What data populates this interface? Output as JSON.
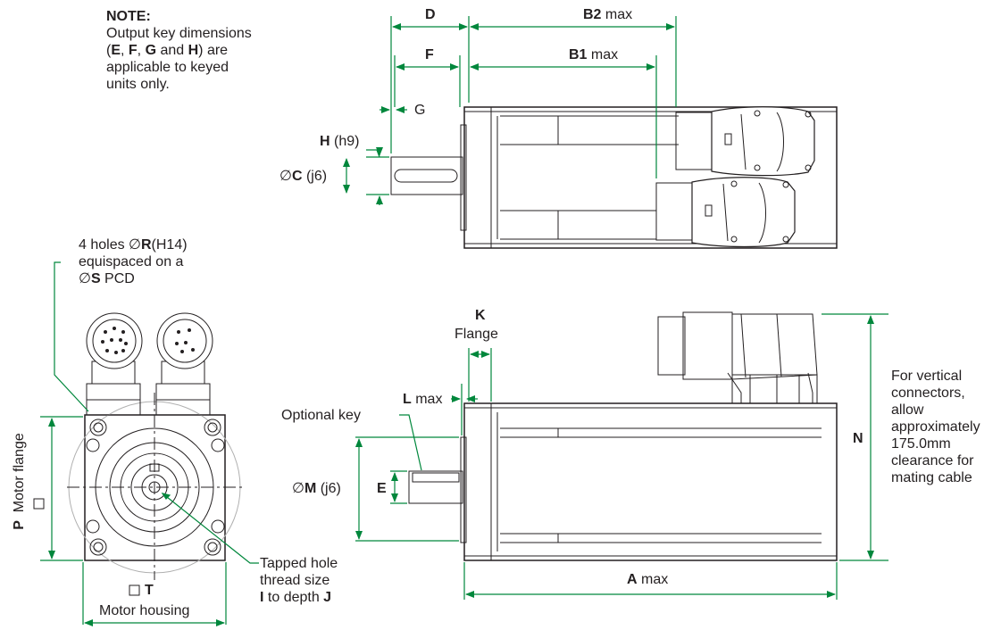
{
  "note": {
    "title": "NOTE:",
    "l1": "Output key dimensions",
    "l2a": "(",
    "E": "E",
    "sep1": ", ",
    "F": "F",
    "sep2": ", ",
    "G": "G",
    "and": " and ",
    "H": "H",
    "l2b": ") are",
    "l3": "applicable to keyed",
    "l4": "units only."
  },
  "top_view": {
    "D": "D",
    "B2": "B2",
    "B2_suffix": " max",
    "F": "F",
    "B1": "B1",
    "B1_suffix": " max",
    "G": "G",
    "H": "H",
    "H_suffix": " (h9)",
    "C_prefix": "∅",
    "C": "C",
    "C_suffix": " (j6)"
  },
  "holes": {
    "l1a": "4 holes ∅",
    "R": "R",
    "l1b": "(H14)",
    "l2": "equispaced on a",
    "l3a": "∅",
    "S": "S",
    "l3b": " PCD"
  },
  "front_view": {
    "P": "P",
    "P_caption": "Motor flange",
    "T": "T",
    "T_caption": "Motor housing",
    "tapped": {
      "l1": "Tapped hole",
      "l2": "thread size",
      "I": "I",
      "l3b": " to depth ",
      "J": "J"
    }
  },
  "side_view": {
    "K": "K",
    "K_caption": "Flange",
    "L": "L",
    "L_suffix": " max",
    "key": "Optional key",
    "M_prefix": "∅",
    "M": "M",
    "M_suffix": " (j6)",
    "E": "E",
    "N": "N",
    "A": "A",
    "A_suffix": " max",
    "clearance": [
      "For vertical",
      "connectors,",
      "allow",
      "approximately",
      "175.0mm",
      "clearance for",
      "mating cable"
    ]
  },
  "colors": {
    "dimension": "#00873c",
    "drawing": "#231f20"
  }
}
